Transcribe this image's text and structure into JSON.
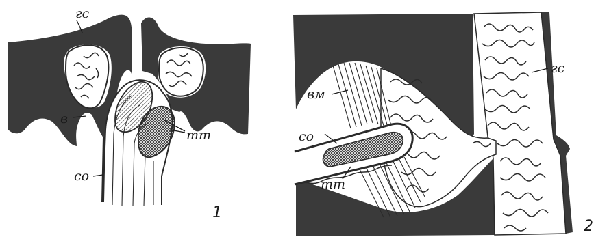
{
  "figure1": {
    "number": "1",
    "labels": {
      "gs": "гс",
      "v": "в",
      "so": "со",
      "mm": "тт"
    }
  },
  "figure2": {
    "number": "2",
    "labels": {
      "vm": "вм",
      "gs": "гс",
      "so": "со",
      "mm": "тт"
    }
  },
  "colors": {
    "tissue": "#3a3a3a",
    "background": "#ffffff",
    "line": "#2a2a2a"
  }
}
